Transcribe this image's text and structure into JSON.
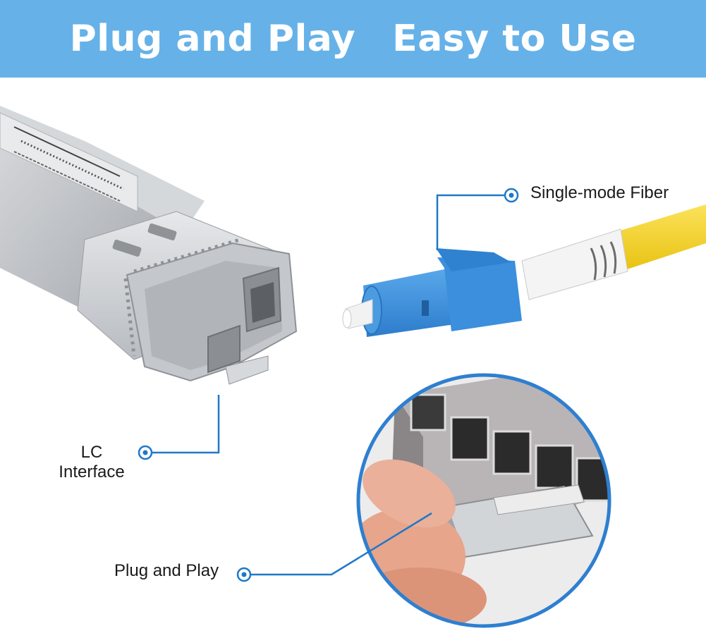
{
  "banner": {
    "left_text": "Plug and Play",
    "right_text": "Easy to Use",
    "background_color": "#66b2e8",
    "text_color": "#ffffff"
  },
  "callouts": {
    "single_mode_fiber": "Single-mode Fiber",
    "lc_interface_line1": "LC",
    "lc_interface_line2": "Interface",
    "plug_and_play": "Plug and Play",
    "line_color": "#1f78c8"
  },
  "colors": {
    "fiber_cable": "#f5d327",
    "lc_connector": "#3a8fd8",
    "module_metal": "#c9ccd0",
    "inset_border": "#2e7fd0",
    "switch_panel": "#b9b4b6"
  }
}
